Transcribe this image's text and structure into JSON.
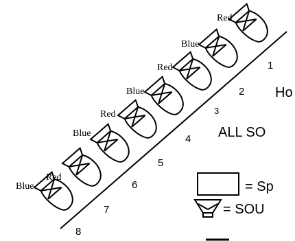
{
  "line_numbers": [
    "1",
    "2",
    "3",
    "4",
    "5",
    "6",
    "7",
    "8"
  ],
  "hoppers": [
    {
      "label": "Red",
      "slot": "1"
    },
    {
      "label": "Blue",
      "slot": "2"
    },
    {
      "label": "Red",
      "slot": "3"
    },
    {
      "label": "Blue",
      "slot": "4"
    },
    {
      "label": "Red",
      "slot": "5"
    },
    {
      "label": "Blue",
      "slot": "6"
    },
    {
      "label": "Red",
      "slot": "7"
    },
    {
      "label": "Blue",
      "slot": "8"
    }
  ],
  "heading": "Ho",
  "subheading": "ALL SO",
  "legend": {
    "box_text": "= Sp",
    "hopper_text": "= SOU"
  },
  "colors": {
    "ink": "#000000",
    "background": "#ffffff"
  }
}
